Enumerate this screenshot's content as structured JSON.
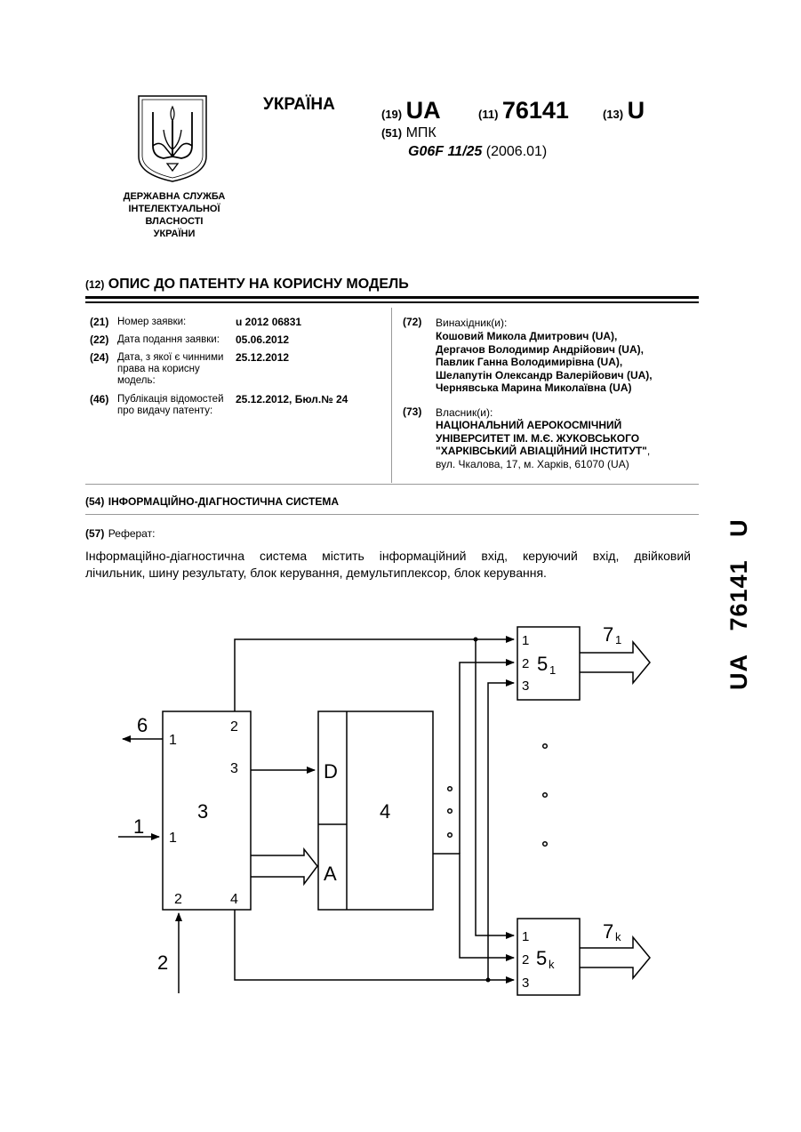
{
  "agency": {
    "line1": "ДЕРЖАВНА СЛУЖБА",
    "line2": "ІНТЕЛЕКТУАЛЬНОЇ",
    "line3": "ВЛАСНОСТІ",
    "line4": "УКРАЇНИ"
  },
  "header": {
    "country": "УКРАЇНА",
    "code19": "(19)",
    "country_code": "UA",
    "code11": "(11)",
    "patent_number": "76141",
    "code13": "(13)",
    "kind": "U",
    "code51": "(51)",
    "ipc_label": "МПК",
    "ipc_class": "G06F 11/25",
    "ipc_version": "(2006.01)"
  },
  "doc_title": {
    "code": "(12)",
    "text": "ОПИС ДО ПАТЕНТУ НА КОРИСНУ МОДЕЛЬ"
  },
  "biblio": {
    "left": [
      {
        "code": "(21)",
        "label": "Номер заявки:",
        "value": "u 2012 06831"
      },
      {
        "code": "(22)",
        "label": "Дата подання заявки:",
        "value": "05.06.2012"
      },
      {
        "code": "(24)",
        "label_lines": [
          "Дата, з якої є чинними",
          "права на корисну",
          "модель:"
        ],
        "value": "25.12.2012"
      },
      {
        "code": "(46)",
        "label_lines": [
          "Публікація відомостей",
          "про видачу патенту:"
        ],
        "value": "25.12.2012, Бюл.№ 24"
      }
    ],
    "inventors": {
      "code": "(72)",
      "label": "Винахідник(и):",
      "names": [
        "Кошовий Микола Дмитрович (UA),",
        "Дергачов Володимир Андрійович (UA),",
        "Павлик Ганна Володимирівна (UA),",
        "Шелапутін Олександр Валерійович (UA),",
        "Чернявська Марина Миколаївна (UA)"
      ]
    },
    "owner": {
      "code": "(73)",
      "label": "Власник(и):",
      "name_lines": [
        "НАЦІОНАЛЬНИЙ АЕРОКОСМІЧНИЙ",
        "УНІВЕРСИТЕТ ІМ. М.Є. ЖУКОВСЬКОГО",
        "\"ХАРКІВСЬКИЙ АВІАЦІЙНИЙ ІНСТИТУТ\""
      ],
      "comma": ",",
      "address": "вул. Чкалова, 17, м. Харків, 61070 (UA)"
    }
  },
  "title54": {
    "code": "(54)",
    "text": "ІНФОРМАЦІЙНО-ДІАГНОСТИЧНА СИСТЕМА"
  },
  "abstract": {
    "code": "(57)",
    "label": "Реферат:",
    "line1": "Інформаційно-діагностична система містить інформаційний вхід, керуючий вхід, двійковий",
    "line2": "лічильник, шину результату, блок керування, демультиплексор, блок керування."
  },
  "side_label": {
    "country": "UA",
    "number": "76141",
    "kind": "U"
  },
  "diagram": {
    "block3": "3",
    "block3_pin_out1": "1",
    "block3_pin_in1": "1",
    "block3_pin_in2": "2",
    "block3_pin2": "2",
    "block3_pin3": "3",
    "block3_pin4": "4",
    "label6": "6",
    "label1": "1",
    "label2": "2",
    "block4": "4",
    "block4_D": "D",
    "block4_A": "A",
    "block5_1": "5",
    "block5_1_sub": "1",
    "block5_k": "5",
    "block5_k_sub": "k",
    "pin1": "1",
    "pin2": "2",
    "pin3": "3",
    "out7_1": "7",
    "out7_1_sub": "1",
    "out7_k": "7",
    "out7_k_sub": "k"
  }
}
